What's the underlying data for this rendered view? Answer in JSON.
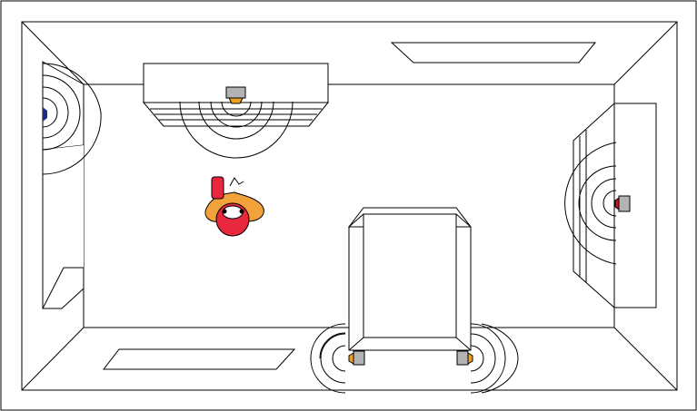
{
  "scene": {
    "kind": "room-plan",
    "colors": {
      "line": "#000000",
      "background": "#ffffff",
      "speaker_body": "#b3b3b3",
      "speaker_cone": "#f0a020",
      "speaker_red": "#c8102e",
      "speaker_blue": "#1f2a8c",
      "listener_red": "#e8283c",
      "listener_orange": "#f2a23a",
      "remote_red": "#e8283c"
    },
    "speakers": [
      {
        "name": "front-left",
        "icon": "speaker-icon",
        "wave_rings": 4
      },
      {
        "name": "center",
        "icon": "speaker-icon",
        "wave_rings": 4
      },
      {
        "name": "right-wall",
        "icon": "speaker-icon",
        "wave_rings": 4
      },
      {
        "name": "rear-left",
        "icon": "speaker-icon",
        "wave_rings": 3
      },
      {
        "name": "rear-right",
        "icon": "speaker-icon",
        "wave_rings": 3
      }
    ],
    "listener": {
      "icon": "listener-icon",
      "holding": "remote-icon"
    }
  }
}
